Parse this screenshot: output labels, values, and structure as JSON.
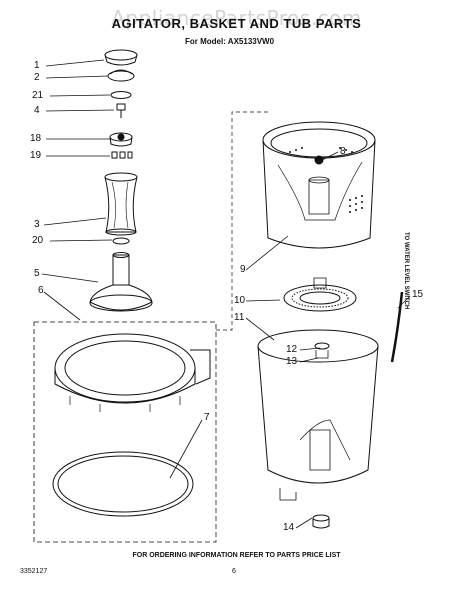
{
  "header": {
    "watermark": "AppliancePartsPros.com",
    "title": "AGITATOR, BASKET AND TUB PARTS",
    "model": "For Model: AX5133VW0"
  },
  "callouts": [
    "1",
    "2",
    "21",
    "4",
    "18",
    "19",
    "3",
    "20",
    "5",
    "6",
    "7",
    "8",
    "9",
    "10",
    "11",
    "12",
    "13",
    "14",
    "15"
  ],
  "side_label": "TO WATER LEVEL SWITCH",
  "footer": {
    "ordering": "FOR ORDERING INFORMATION REFER TO PARTS PRICE LIST",
    "doc_number": "3352127",
    "page": "6"
  }
}
